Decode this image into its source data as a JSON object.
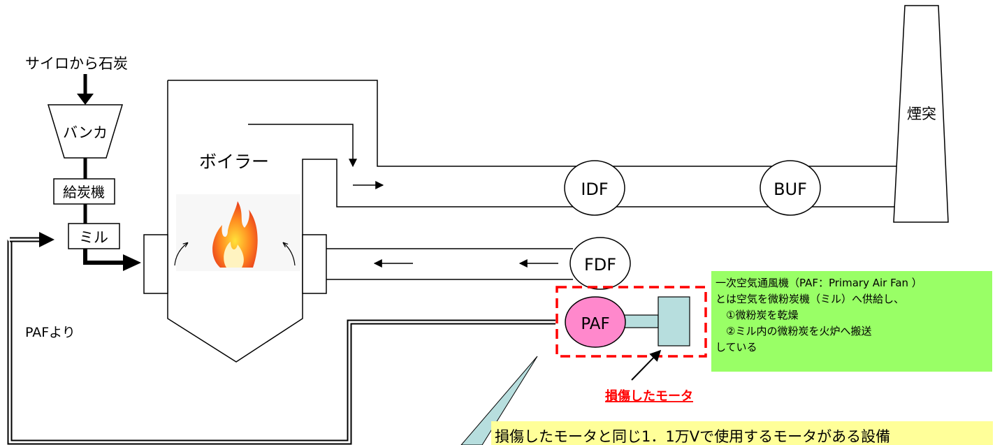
{
  "labels": {
    "silo_coal": "サイロから石炭",
    "bunker": "バンカ",
    "feeder": "給炭機",
    "mill": "ミル",
    "boiler": "ボイラー",
    "stack": "煙突",
    "idf": "IDF",
    "buf": "BUF",
    "fdf": "FDF",
    "paf": "PAF",
    "from_paf": "PAFより",
    "damaged_motor": "損傷したモータ"
  },
  "info_box": {
    "lines": [
      "一次空気通風機（PAF：Primary Air Fan ）",
      "とは空気を微粉炭機（ミル）へ供給し、",
      "　①微粉炭を乾燥",
      "　②ミル内の微粉炭を火炉へ搬送",
      "している"
    ]
  },
  "callout": {
    "text": "損傷したモータと同じ1．1万Vで使用するモータがある設備"
  },
  "colors": {
    "paf_fill": "#ff88cc",
    "motor_fill": "#b7dede",
    "damage_frame": "#ff0000",
    "damaged_label": "#ff0000",
    "info_bg": "#99ff66",
    "callout_bg": "#ffff99",
    "callout_pointer": "#b7dede"
  }
}
